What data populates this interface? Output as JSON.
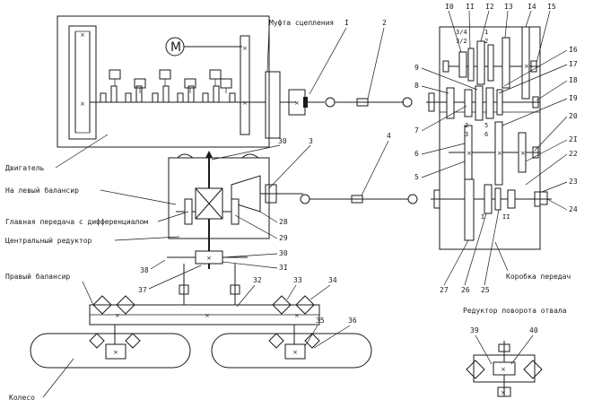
{
  "labels": {
    "clutch": "Муфта сцепления",
    "engine": "Двигатель",
    "left_balancer": "На левый балансир",
    "main_gear": "Главная передача с дифференциалом",
    "central_reducer": "Центральный редуктор",
    "right_balancer": "Правый балансир",
    "gearbox": "Коробка передач",
    "blade_reducer": "Редуктор поворота отвала",
    "wheel": "Колесо",
    "motor": "M"
  },
  "callouts": {
    "c1": "I",
    "c2": "2",
    "c3": "3",
    "c4": "4",
    "c5": "5",
    "c6": "6",
    "c7": "7",
    "c8": "8",
    "c9": "9",
    "c10": "I0",
    "c11": "II",
    "c12": "I2",
    "c13": "I3",
    "c14": "I4",
    "c15": "I5",
    "c16": "I6",
    "c17": "I7",
    "c18": "I8",
    "c19": "I9",
    "c20": "20",
    "c21": "2I",
    "c22": "22",
    "c23": "23",
    "c24": "24",
    "c25": "25",
    "c26": "26",
    "c27": "27",
    "c28": "28",
    "c29": "29",
    "c30a": "30",
    "c30b": "30",
    "c31": "3I",
    "c32": "32",
    "c33": "33",
    "c34": "34",
    "c35": "35",
    "c36": "36",
    "c37": "37",
    "c38": "38",
    "c39": "39",
    "c40": "40"
  },
  "gear_marks": {
    "g34": "3/4",
    "g32": "3/2",
    "g1a": "1",
    "g2a": "2",
    "g2b": "2",
    "g3": "3",
    "g5": "5",
    "g6": "6",
    "g1b": "I",
    "g2c": "II"
  }
}
